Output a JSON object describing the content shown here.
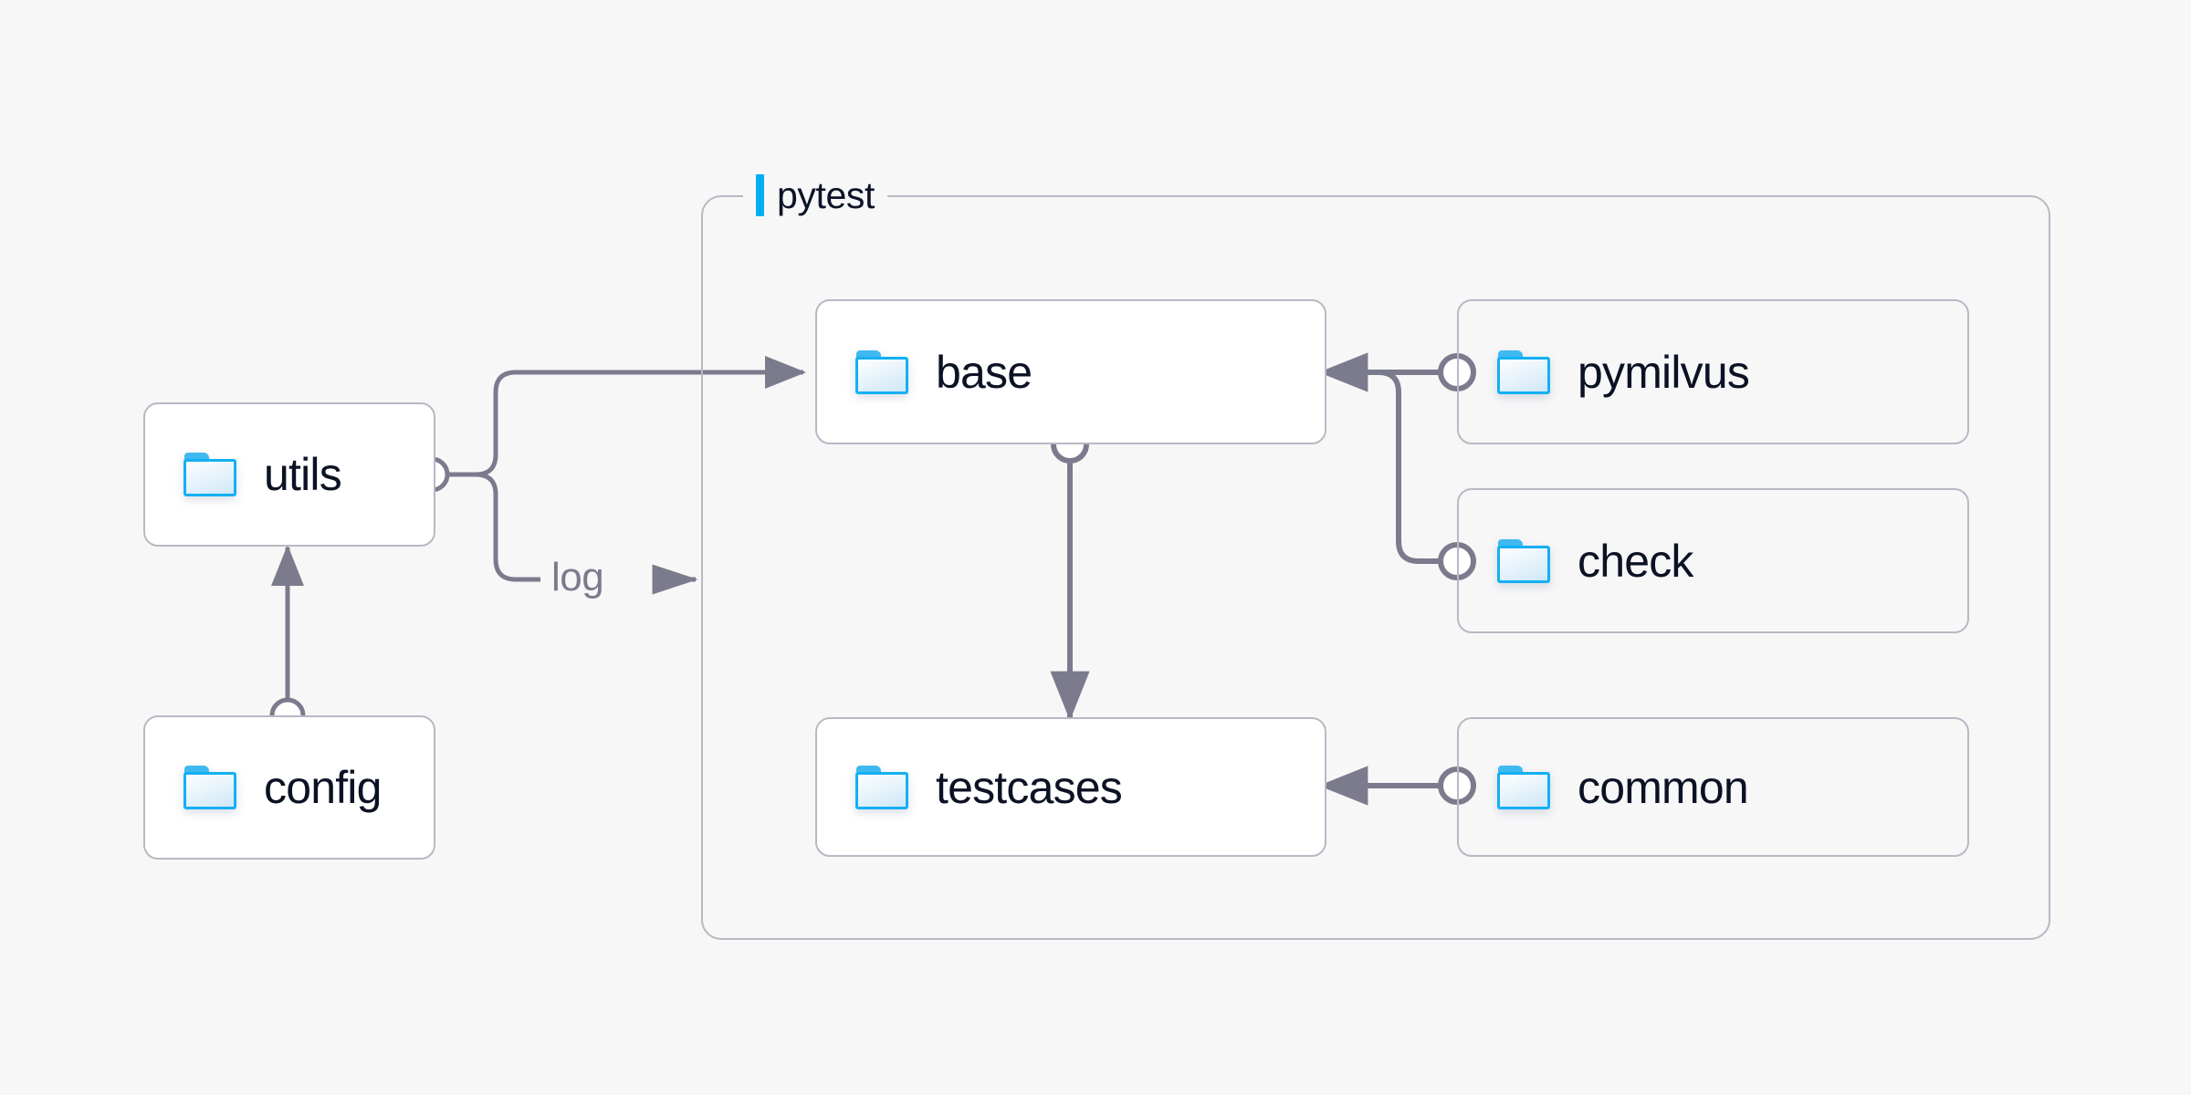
{
  "diagram": {
    "background_color": "#f7f7f8",
    "accent_color": "#00b0f0",
    "edge_color": "#7b7b8d",
    "border_color": "#b9b8c4",
    "text_color": "#0c1224"
  },
  "group": {
    "label": "pytest",
    "accent_bar_color": "#00b0f0"
  },
  "nodes": [
    {
      "id": "utils",
      "label": "utils",
      "icon": "folder-icon",
      "fill": "filled"
    },
    {
      "id": "config",
      "label": "config",
      "icon": "folder-icon",
      "fill": "filled"
    },
    {
      "id": "base",
      "label": "base",
      "icon": "folder-icon",
      "fill": "filled"
    },
    {
      "id": "testcases",
      "label": "testcases",
      "icon": "folder-icon",
      "fill": "filled"
    },
    {
      "id": "pymilvus",
      "label": "pymilvus",
      "icon": "folder-icon",
      "fill": "plain"
    },
    {
      "id": "check",
      "label": "check",
      "icon": "folder-icon",
      "fill": "plain"
    },
    {
      "id": "common",
      "label": "common",
      "icon": "folder-icon",
      "fill": "plain"
    }
  ],
  "edges": [
    {
      "id": "config-to-utils",
      "from": "config",
      "to": "utils",
      "label": ""
    },
    {
      "id": "utils-to-base",
      "from": "utils",
      "to": "base",
      "label": ""
    },
    {
      "id": "utils-log",
      "from": "utils",
      "to": "pytest",
      "label": "log"
    },
    {
      "id": "base-to-testcases",
      "from": "base",
      "to": "testcases",
      "label": ""
    },
    {
      "id": "pymilvus-to-base",
      "from": "pymilvus",
      "to": "base",
      "label": ""
    },
    {
      "id": "check-to-base",
      "from": "check",
      "to": "base",
      "label": ""
    },
    {
      "id": "common-to-testcases",
      "from": "common",
      "to": "testcases",
      "label": ""
    }
  ]
}
